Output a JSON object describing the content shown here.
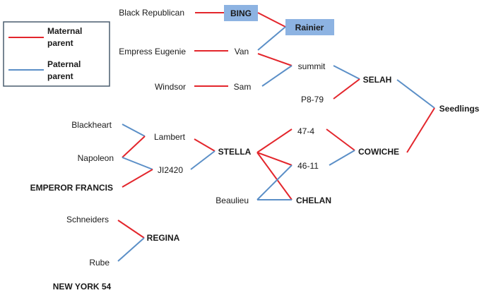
{
  "legend": {
    "maternal_label": "Maternal parent",
    "paternal_label": "Paternal parent",
    "maternal_color": "#e3262c",
    "paternal_color": "#5b8fc7"
  },
  "nodes": {
    "black_republican": "Black Republican",
    "bing": "BING",
    "rainier": "Rainier",
    "empress_eugenie": "Empress Eugenie",
    "van": "Van",
    "summit": "summit",
    "windsor": "Windsor",
    "sam": "Sam",
    "selah": "SELAH",
    "p8_79": "P8-79",
    "seedlings": "Seedlings",
    "blackheart": "Blackheart",
    "lambert": "Lambert",
    "napoleon": "Napoleon",
    "ji2420": "JI2420",
    "emperor_francis": "EMPEROR FRANCIS",
    "stella": "STELLA",
    "n47_4": "47-4",
    "n46_11": "46-11",
    "cowiche": "COWICHE",
    "beaulieu": "Beaulieu",
    "chelan": "CHELAN",
    "schneiders": "Schneiders",
    "regina": "REGINA",
    "rube": "Rube",
    "new_york_54": "NEW YORK 54"
  },
  "highlight_color": "#8db3e2"
}
